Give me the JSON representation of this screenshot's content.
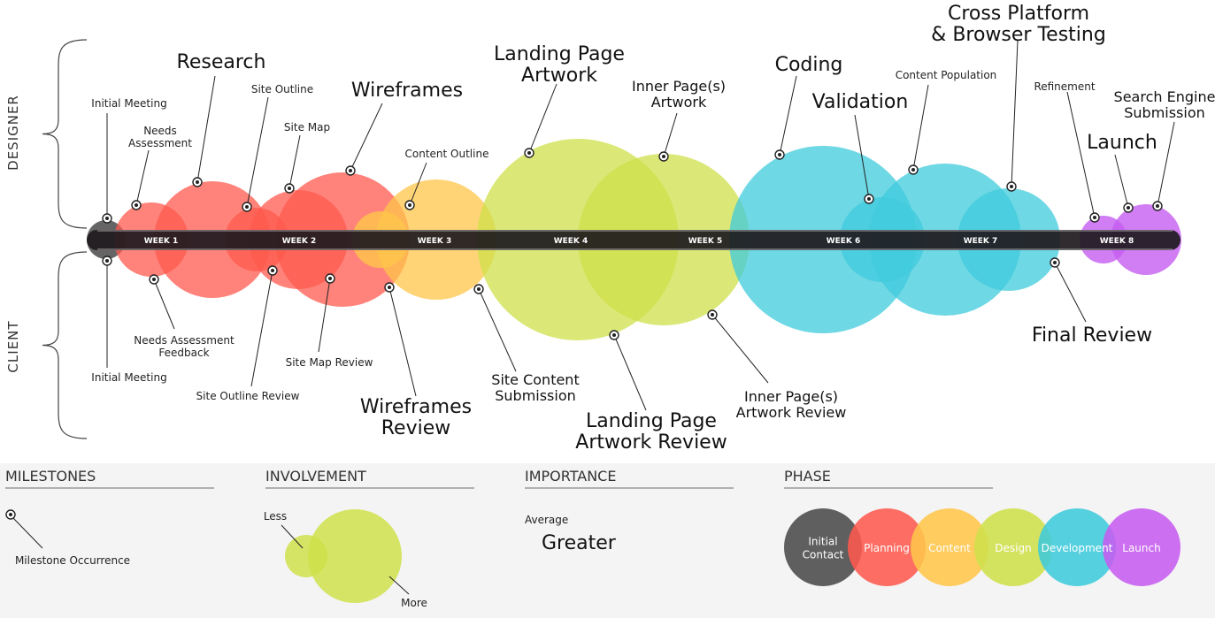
{
  "side_labels": {
    "designer": "DESIGNER",
    "client": "CLIENT"
  },
  "weeks": [
    "WEEK 1",
    "WEEK 2",
    "WEEK 3",
    "WEEK 4",
    "WEEK 5",
    "WEEK 6",
    "WEEK 7",
    "WEEK 8"
  ],
  "designer_milestones": [
    {
      "text": [
        "Initial Meeting"
      ],
      "size": "s"
    },
    {
      "text": [
        "Needs",
        "Assessment"
      ],
      "size": "s2"
    },
    {
      "text": [
        "Research"
      ],
      "size": "l"
    },
    {
      "text": [
        "Site Outline"
      ],
      "size": "s"
    },
    {
      "text": [
        "Site Map"
      ],
      "size": "s2"
    },
    {
      "text": [
        "Wireframes"
      ],
      "size": "l"
    },
    {
      "text": [
        "Content Outline"
      ],
      "size": "s"
    },
    {
      "text": [
        "Landing Page",
        "Artwork"
      ],
      "size": "l"
    },
    {
      "text": [
        "Inner Page(s)",
        "Artwork"
      ],
      "size": "m"
    },
    {
      "text": [
        "Coding"
      ],
      "size": "l"
    },
    {
      "text": [
        "Validation"
      ],
      "size": "l"
    },
    {
      "text": [
        "Content Population"
      ],
      "size": "s"
    },
    {
      "text": [
        "Cross Platform",
        "& Browser Testing"
      ],
      "size": "l"
    },
    {
      "text": [
        "Refinement"
      ],
      "size": "s"
    },
    {
      "text": [
        "Launch"
      ],
      "size": "l"
    },
    {
      "text": [
        "Search Engine",
        "Submission"
      ],
      "size": "m"
    }
  ],
  "client_milestones": [
    {
      "text": [
        "Initial Meeting"
      ],
      "size": "s"
    },
    {
      "text": [
        "Needs Assessment",
        "Feedback"
      ],
      "size": "s2"
    },
    {
      "text": [
        "Site Outline Review"
      ],
      "size": "s"
    },
    {
      "text": [
        "Site Map Review"
      ],
      "size": "s2"
    },
    {
      "text": [
        "Wireframes",
        "Review"
      ],
      "size": "l"
    },
    {
      "text": [
        "Site Content",
        "Submission"
      ],
      "size": "m"
    },
    {
      "text": [
        "Landing Page",
        "Artwork Review"
      ],
      "size": "l"
    },
    {
      "text": [
        "Inner Page(s)",
        "Artwork Review"
      ],
      "size": "m"
    },
    {
      "text": [
        "Final Review"
      ],
      "size": "l"
    }
  ],
  "legend": {
    "milestones": {
      "title": "MILESTONES",
      "caption": "Milestone Occurrence"
    },
    "involvement": {
      "title": "INVOLVEMENT",
      "less": "Less",
      "more": "More"
    },
    "importance": {
      "title": "IMPORTANCE",
      "average": "Average",
      "greater": "Greater"
    },
    "phase": {
      "title": "PHASE",
      "items": [
        {
          "label": [
            "Initial",
            "Contact"
          ],
          "color": "#4a4a4a"
        },
        {
          "label": [
            "Planning"
          ],
          "color": "#ff5a4e"
        },
        {
          "label": [
            "Content"
          ],
          "color": "#ffc64a"
        },
        {
          "label": [
            "Design"
          ],
          "color": "#cfe04a"
        },
        {
          "label": [
            "Development"
          ],
          "color": "#3fcbdc"
        },
        {
          "label": [
            "Launch"
          ],
          "color": "#c65cf0"
        }
      ]
    }
  },
  "colors": {
    "initial": "#4a4a4a",
    "planning": "#ff5a4e",
    "planning_dark": "#ff2e22",
    "content": "#ffc64a",
    "design": "#cfe04a",
    "development": "#3fcbdc",
    "launch": "#c65cf0",
    "bar": "#1e1a1e"
  }
}
